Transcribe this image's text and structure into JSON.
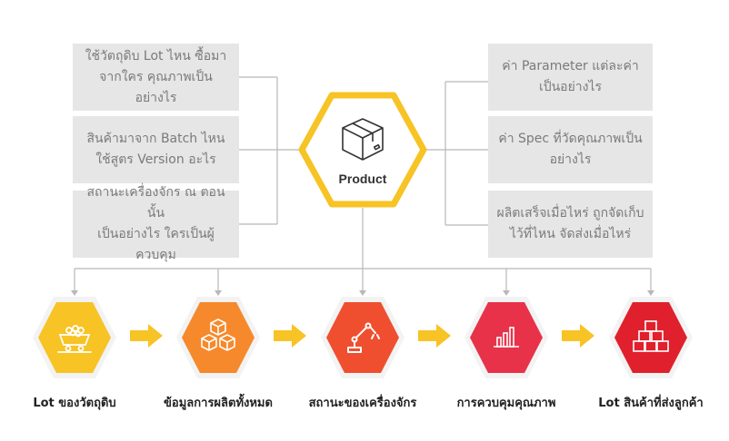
{
  "left_questions": [
    [
      "ใช้วัตถุดิบ Lot ไหน ซื้อมา",
      "จากใคร คุณภาพเป็นอย่างไร"
    ],
    [
      "สินค้ามาจาก Batch ไหน",
      "ใช้สูตร Version อะไร"
    ],
    [
      "สถานะเครื่องจักร ณ ตอนนั้น",
      "เป็นอย่างไร ใครเป็นผู้ควบคุม"
    ]
  ],
  "right_questions": [
    [
      "ค่า Parameter แต่ละค่า",
      "เป็นอย่างไร"
    ],
    [
      "ค่า Spec ที่วัดคุณภาพเป็น",
      "อย่างไร"
    ],
    [
      "ผลิตเสร็จเมื่อไหร่ ถูกจัดเก็บ",
      "ไว้ที่ไหน จัดส่งเมื่อไหร่"
    ]
  ],
  "center": {
    "label": "Product",
    "icon": "box-icon",
    "color": "#f7c325"
  },
  "steps": [
    {
      "label": "Lot ของวัตถุดิบ",
      "icon": "mine-cart-icon",
      "color": "#f7c325"
    },
    {
      "label": "ข้อมูลการผลิตทั้งหมด",
      "icon": "cubes-icon",
      "color": "#f6892b"
    },
    {
      "label": "สถานะของเครื่องจักร",
      "icon": "robot-arm-icon",
      "color": "#ef4f2f"
    },
    {
      "label": "การควบคุมคุณภาพ",
      "icon": "bar-chart-icon",
      "color": "#e8324a"
    },
    {
      "label": "Lot สินค้าที่ส่งลูกค้า",
      "icon": "stacked-boxes-icon",
      "color": "#e0202c"
    }
  ],
  "colors": {
    "box_bg": "#e6e6e6",
    "box_text": "#7a7a7a",
    "line": "#b0b0b0",
    "arrow": "#f7c325"
  }
}
